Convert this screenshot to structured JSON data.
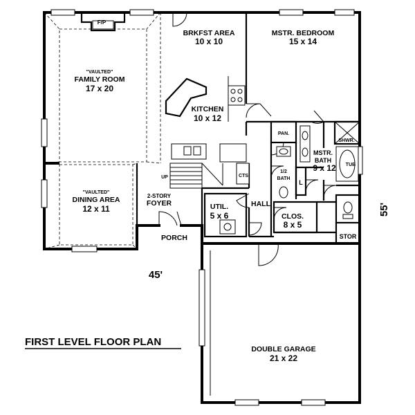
{
  "rooms": {
    "family_room": {
      "note": "\"VAULTED\"",
      "name": "FAMILY ROOM",
      "size": "17 x 20"
    },
    "fireplace": {
      "name": "F/P"
    },
    "dining_area": {
      "note": "\"VAULTED\"",
      "name": "DINING AREA",
      "size": "12 x 11"
    },
    "breakfast": {
      "name": "BRKFST AREA",
      "size": "10 x 10"
    },
    "kitchen": {
      "name": "KITCHEN",
      "size": "10 x 12"
    },
    "master_bedroom": {
      "name": "MSTR. BEDROOM",
      "size": "15 x 14"
    },
    "master_bath": {
      "name_line1": "MSTR.",
      "name_line2": "BATH",
      "size": "9 x 12"
    },
    "pantry": {
      "name": "PAN."
    },
    "half_bath": {
      "name_line1": "1/2",
      "name_line2": "BATH"
    },
    "linen": {
      "name": "L"
    },
    "shower": {
      "name": "SHWR."
    },
    "tub": {
      "name": "TUB"
    },
    "cabinets": {
      "name": "CTS."
    },
    "foyer": {
      "name_line1": "2-STORY",
      "name_line2": "FOYER"
    },
    "stairs": {
      "name": "UP"
    },
    "utility": {
      "name": "UTIL.",
      "size": "5 x 6"
    },
    "hall": {
      "name": "HALL"
    },
    "closet": {
      "name": "CLOS.",
      "size": "8 x 5"
    },
    "porch": {
      "name": "PORCH"
    },
    "storage": {
      "name": "STOR"
    },
    "garage": {
      "name": "DOUBLE GARAGE",
      "size": "21 x 22"
    }
  },
  "dimensions": {
    "width": "45'",
    "depth": "55'"
  },
  "title": "FIRST LEVEL FLOOR PLAN"
}
